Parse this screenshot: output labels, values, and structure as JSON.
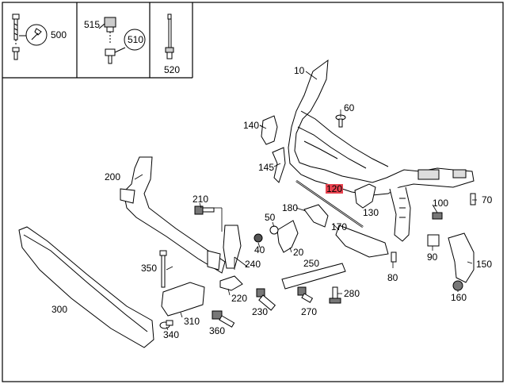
{
  "header_boxes": {
    "box1": {
      "callouts": [
        "500"
      ]
    },
    "box2": {
      "callouts": [
        "515",
        "510"
      ]
    },
    "box3": {
      "callouts": [
        "520"
      ]
    }
  },
  "parts": {
    "p10": "10",
    "p60": "60",
    "p140": "140",
    "p145": "145",
    "p120": "120",
    "p130": "130",
    "p200": "200",
    "p210": "210",
    "p180": "180",
    "p50": "50",
    "p40": "40",
    "p20": "20",
    "p170": "170",
    "p100": "100",
    "p70": "70",
    "p90": "90",
    "p150": "150",
    "p80": "80",
    "p160": "160",
    "p350": "350",
    "p240": "240",
    "p250": "250",
    "p220": "220",
    "p300": "300",
    "p310": "310",
    "p340": "340",
    "p360": "360",
    "p230": "230",
    "p270": "270",
    "p280": "280"
  },
  "highlight_color": "#e9434f"
}
